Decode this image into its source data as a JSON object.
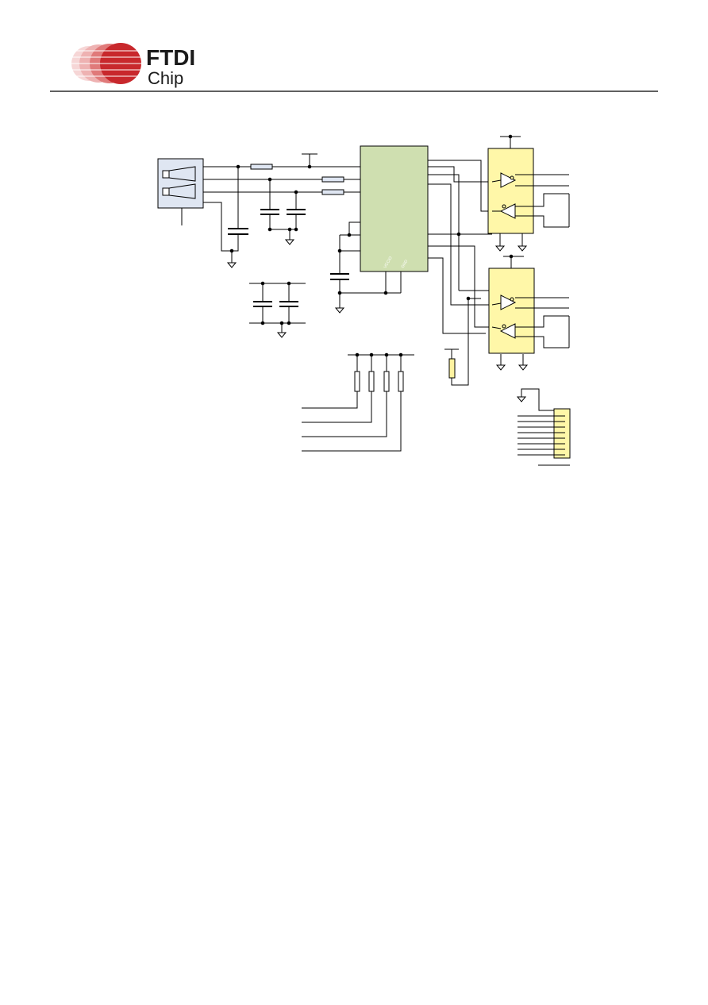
{
  "header": {
    "logo_line1": "FTDI",
    "logo_line2": "Chip"
  },
  "schematic": {
    "main_ic_pins": {
      "vccio": "VCCIO",
      "gnd": "GND"
    }
  }
}
